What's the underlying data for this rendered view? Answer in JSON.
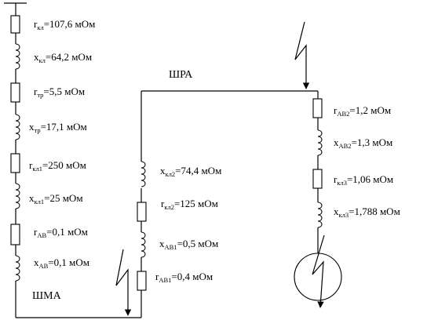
{
  "colors": {
    "line": "#000000",
    "background": "#ffffff"
  },
  "buses": {
    "shra": "ШРА",
    "shma": "ШМА"
  },
  "left_column": [
    {
      "sym": "r",
      "sub": "кл",
      "value": "=107,6 мОм"
    },
    {
      "sym": "x",
      "sub": "кл",
      "value": "=64,2 мОм"
    },
    {
      "sym": "r",
      "sub": "тр",
      "value": "=5,5 мОм"
    },
    {
      "sym": "x",
      "sub": "тр",
      "value": "=17,1 мОм"
    },
    {
      "sym": "r",
      "sub": "кл1",
      "value": "=250 мОм"
    },
    {
      "sym": "x",
      "sub": "кл1",
      "value": "=25 мОм"
    },
    {
      "sym": "r",
      "sub": "АВ",
      "value": "=0,1 мОм"
    },
    {
      "sym": "x",
      "sub": "АВ",
      "value": "=0,1 мОм"
    }
  ],
  "middle_column": [
    {
      "sym": "x",
      "sub": "кл2",
      "value": "=74,4 мОм"
    },
    {
      "sym": "r",
      "sub": "кл2",
      "value": "=125 мОм"
    },
    {
      "sym": "x",
      "sub": "АВ1",
      "value": "=0,5 мОм"
    },
    {
      "sym": "r",
      "sub": "АВ1",
      "value": "=0,4 мОм"
    }
  ],
  "right_column": [
    {
      "sym": "r",
      "sub": "АВ2",
      "value": "=1,2 мОм"
    },
    {
      "sym": "x",
      "sub": "АВ2",
      "value": "=1,3 мОм"
    },
    {
      "sym": "r",
      "sub": "кл3",
      "value": "=1,06 мОм"
    },
    {
      "sym": "x",
      "sub": "кл3",
      "value": "=1,788 мОм"
    }
  ]
}
